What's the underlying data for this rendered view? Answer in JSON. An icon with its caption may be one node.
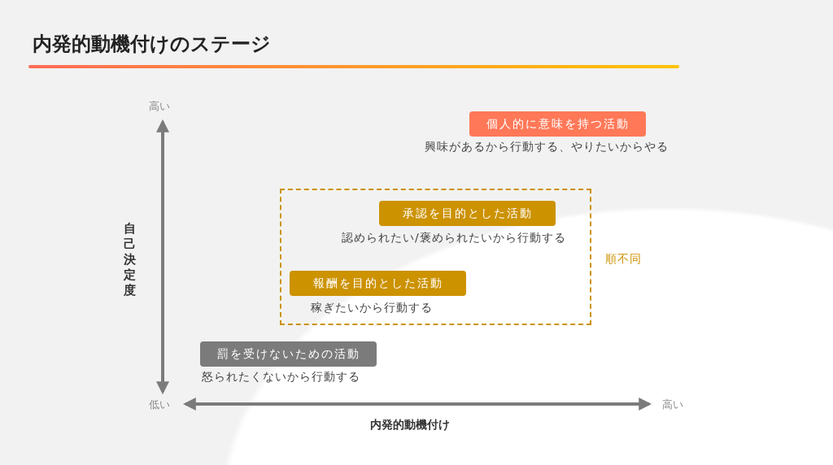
{
  "diagram": {
    "title": "内発的動機付けのステージ",
    "nodes": [
      {
        "text": [
          "個人的に意味を持つ活動"
        ],
        "beside": [
          "興味があるから行動する、やりたいからやる"
        ]
      },
      {
        "text": [],
        "shape": "box",
        "beside": [
          "順不同"
        ]
      },
      {
        "text": [
          "承認を目的とした活動"
        ],
        "in": 1,
        "beside": [
          "認められたい/褒められたいから行動する"
        ]
      },
      {
        "text": [
          "報酬を目的とした活動"
        ],
        "in": 1,
        "beside": [
          "稼ぎたいから行動する"
        ]
      },
      {
        "text": [
          "罰を受けないための活動"
        ],
        "beside": [
          "怒られたくないから行動する"
        ]
      }
    ],
    "labels": [
      "高い",
      "自己決定度",
      "低い",
      "高い",
      "内発的動機付け"
    ]
  }
}
